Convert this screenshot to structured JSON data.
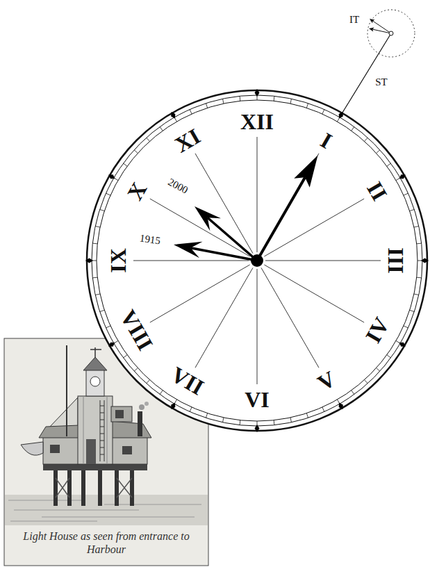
{
  "diagram": {
    "caption": "Light House as seen from entrance to Harbour",
    "labels": [
      "XII",
      "I",
      "II",
      "III",
      "IV",
      "V",
      "VI",
      "VII",
      "VIII",
      "IX",
      "X",
      "XI",
      "2000",
      "1915",
      "IT",
      "ST"
    ]
  }
}
